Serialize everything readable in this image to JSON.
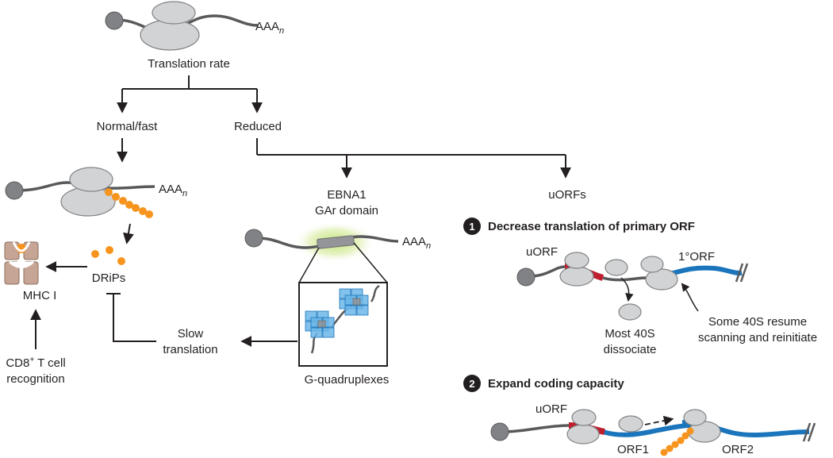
{
  "top": {
    "poly_a": "AAA",
    "poly_a_sub": "n",
    "title": "Translation rate"
  },
  "branches": {
    "normal": "Normal/fast",
    "reduced": "Reduced"
  },
  "left": {
    "poly_a": "AAA",
    "poly_a_sub": "n",
    "drips": "DRiPs",
    "mhc": "MHC I",
    "cd8_line1_pre": "CD8",
    "cd8_sup": "+",
    "cd8_line1_post": " T cell",
    "cd8_line2": "recognition"
  },
  "center": {
    "title_line1": "EBNA1",
    "title_line2": "GAr domain",
    "poly_a": "AAA",
    "poly_a_sub": "n",
    "gq_label": "G-quadruplexes",
    "slow_line1": "Slow",
    "slow_line2": "translation"
  },
  "right": {
    "title": "uORFs",
    "panel1": {
      "number": "1",
      "heading": "Decrease translation of primary ORF",
      "uorf": "uORF",
      "orf": "1°ORF",
      "dissociate_line1": "Most 40S",
      "dissociate_line2": "dissociate",
      "resume_line1": "Some 40S resume",
      "resume_line2": "scanning and reinitiate"
    },
    "panel2": {
      "number": "2",
      "heading": "Expand coding capacity",
      "uorf": "uORF",
      "orf1": "ORF1",
      "orf2": "ORF2"
    }
  },
  "colors": {
    "mrna": "#58595b",
    "ribosome": "#d1d3d4",
    "ribosome_stroke": "#808285",
    "cap": "#808285",
    "peptide": "#f7941d",
    "uorf": "#be1e2d",
    "orf": "#1b75bc",
    "quadruplex": "#6cb6e8",
    "glow": "#bfe06f",
    "mhc": "#c7a594"
  }
}
